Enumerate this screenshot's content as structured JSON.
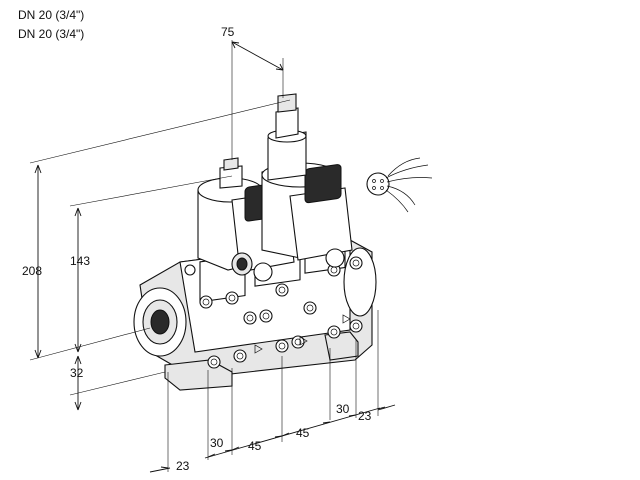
{
  "header": {
    "line1": "DN 20 (3/4\")",
    "line2": "DN 20 (3/4\")"
  },
  "dimensions": {
    "top_width": "75",
    "total_height": "208",
    "upper_height": "143",
    "lower_height": "32",
    "left_inlet": "23",
    "bottom_30_left": "30",
    "bottom_45_left": "45",
    "bottom_45_right": "45",
    "bottom_30_right": "30",
    "right_23": "23"
  },
  "colors": {
    "line": "#111111",
    "shade": "#e7e7e7",
    "dark": "#2a2a2a"
  }
}
